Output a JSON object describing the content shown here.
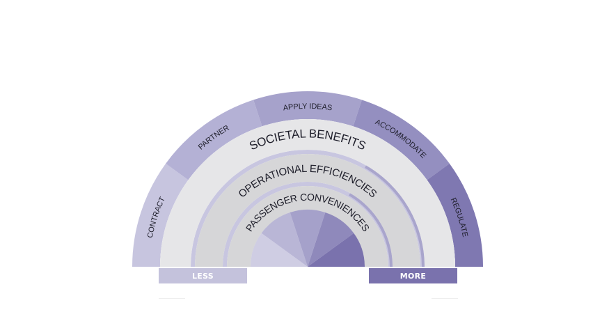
{
  "outer_ring": {
    "segments": [
      {
        "label": "CONTRACT",
        "color": "#c7c5df"
      },
      {
        "label": "PARTNER",
        "color": "#b4b1d5"
      },
      {
        "label": "APPLY IDEAS",
        "color": "#a6a2cb"
      },
      {
        "label": "ACCOMMODATE",
        "color": "#948fc0"
      },
      {
        "label": "REGULATE",
        "color": "#7f78b1"
      }
    ]
  },
  "bands": [
    {
      "label": "SOCIETAL BENEFITS",
      "color": "#e6e6e8"
    },
    {
      "label": "OPERATIONAL EFFICIENCIES",
      "color": "#d6d6d8"
    },
    {
      "label": "PASSENGER CONVENIENCES",
      "color": "#d6d6d8"
    }
  ],
  "inner_wedges": [
    {
      "color": "#cfcde3"
    },
    {
      "color": "#b9b6d6"
    },
    {
      "color": "#a5a1ca"
    },
    {
      "color": "#8f89bb"
    },
    {
      "color": "#7a72ad"
    }
  ],
  "accent_lines": {
    "light": "#c8c6e0",
    "dark": "#a9a5cc"
  },
  "legend": {
    "less": {
      "label": "LESS",
      "color": "#c4c2dc"
    },
    "more": {
      "label": "MORE",
      "color": "#7a72ad"
    }
  }
}
